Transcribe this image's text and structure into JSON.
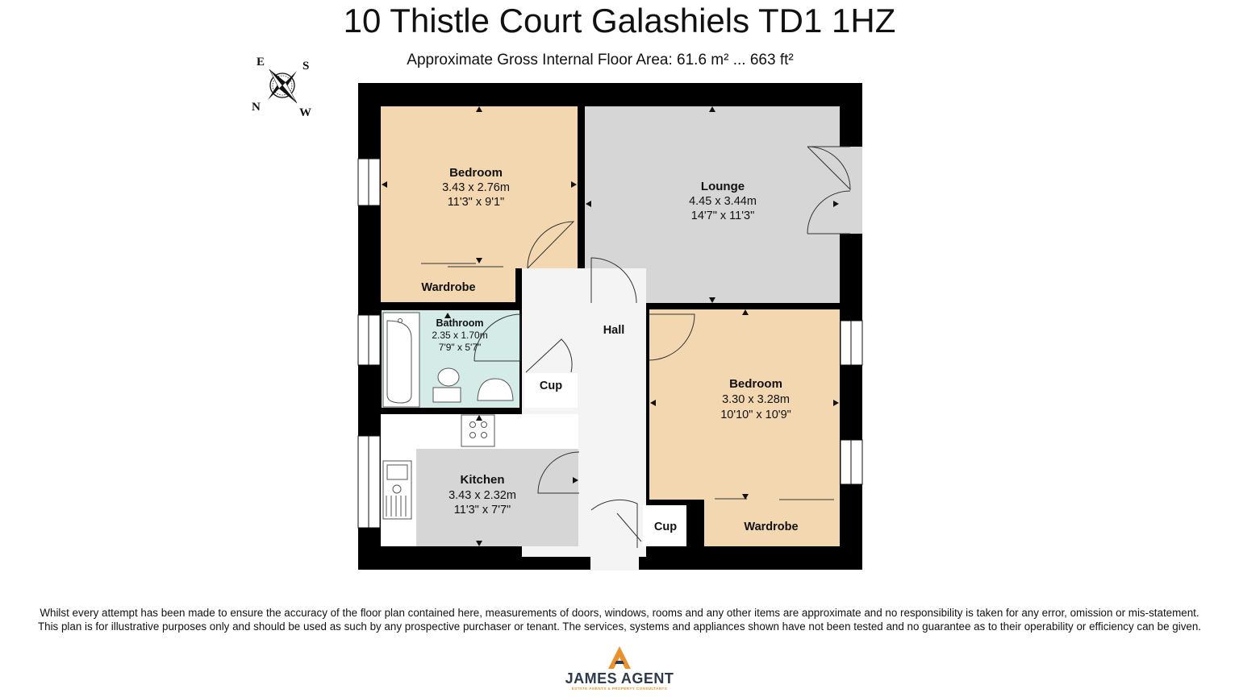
{
  "header": {
    "title": "10 Thistle Court Galashiels TD1 1HZ",
    "subtitle": "Approximate Gross Internal Floor Area: 61.6 m² ... 663 ft²"
  },
  "compass": {
    "e": "E",
    "s": "S",
    "n": "N",
    "w": "W"
  },
  "rooms": {
    "bedroom1": {
      "name": "Bedroom",
      "metric": "3.43 x 2.76m",
      "imperial": "11'3\" x 9'1\""
    },
    "lounge": {
      "name": "Lounge",
      "metric": "4.45 x 3.44m",
      "imperial": "14'7\" x 11'3\""
    },
    "wardrobe1": {
      "name": "Wardrobe"
    },
    "bathroom": {
      "name": "Bathroom",
      "metric": "2.35 x 1.70m",
      "imperial": "7'9\" x 5'7\""
    },
    "hall": {
      "name": "Hall"
    },
    "cup1": {
      "name": "Cup"
    },
    "bedroom2": {
      "name": "Bedroom",
      "metric": "3.30 x 3.28m",
      "imperial": "10'10\" x 10'9\""
    },
    "kitchen": {
      "name": "Kitchen",
      "metric": "3.43 x 2.32m",
      "imperial": "11'3\" x 7'7\""
    },
    "cup2": {
      "name": "Cup"
    },
    "wardrobe2": {
      "name": "Wardrobe"
    }
  },
  "colors": {
    "bedroom": "#f2d7b1",
    "lounge": "#d6d6d6",
    "bathroom": "#d4ebe8",
    "hall": "#f4f4f4",
    "kitchen": "#d6d6d6",
    "wall": "#000000"
  },
  "footer": {
    "disclaimer_line1": "Whilst every attempt has been made to ensure the accuracy of the floor plan contained here, measurements of doors, windows, rooms and any other items are approximate and no responsibility is taken for any error, omission or mis-statement.",
    "disclaimer_line2": "This plan is for illustrative purposes only and should be used as such by any prospective purchaser or tenant. The services, systems and appliances shown have not been tested and no guarantee as to their operability or efficiency can be given."
  },
  "logo": {
    "name": "JAMES AGENT",
    "tagline": "ESTATE AGENTS & PROPERTY CONSULTANTS"
  }
}
